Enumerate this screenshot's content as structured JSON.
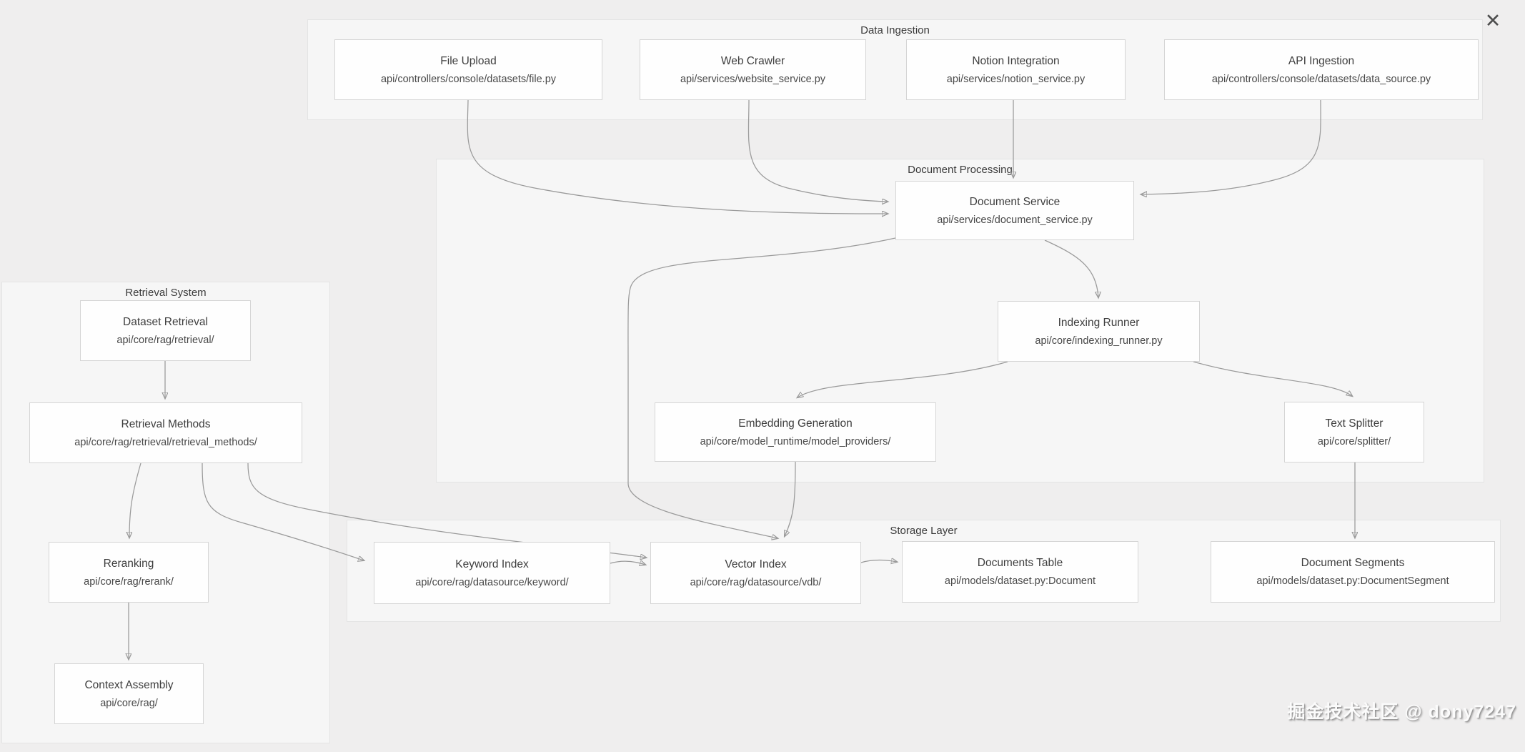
{
  "ui": {
    "close_glyph": "✕"
  },
  "watermark": {
    "text": "掘金技术社区 @ dony7247"
  },
  "groups": [
    {
      "id": "data-ingestion",
      "label": "Data Ingestion"
    },
    {
      "id": "document-processing",
      "label": "Document Processing"
    },
    {
      "id": "retrieval-system",
      "label": "Retrieval System"
    },
    {
      "id": "storage-layer",
      "label": "Storage Layer"
    }
  ],
  "nodes": [
    {
      "id": "file-upload",
      "group": "data-ingestion",
      "title": "File Upload",
      "path": "api/controllers/console/datasets/file.py"
    },
    {
      "id": "web-crawler",
      "group": "data-ingestion",
      "title": "Web Crawler",
      "path": "api/services/website_service.py"
    },
    {
      "id": "notion-integration",
      "group": "data-ingestion",
      "title": "Notion Integration",
      "path": "api/services/notion_service.py"
    },
    {
      "id": "api-ingestion",
      "group": "data-ingestion",
      "title": "API Ingestion",
      "path": "api/controllers/console/datasets/data_source.py"
    },
    {
      "id": "document-service",
      "group": "document-processing",
      "title": "Document Service",
      "path": "api/services/document_service.py"
    },
    {
      "id": "indexing-runner",
      "group": "document-processing",
      "title": "Indexing Runner",
      "path": "api/core/indexing_runner.py"
    },
    {
      "id": "embedding-generation",
      "group": "document-processing",
      "title": "Embedding Generation",
      "path": "api/core/model_runtime/model_providers/"
    },
    {
      "id": "text-splitter",
      "group": "document-processing",
      "title": "Text Splitter",
      "path": "api/core/splitter/"
    },
    {
      "id": "dataset-retrieval",
      "group": "retrieval-system",
      "title": "Dataset Retrieval",
      "path": "api/core/rag/retrieval/"
    },
    {
      "id": "retrieval-methods",
      "group": "retrieval-system",
      "title": "Retrieval Methods",
      "path": "api/core/rag/retrieval/retrieval_methods/"
    },
    {
      "id": "reranking",
      "group": "retrieval-system",
      "title": "Reranking",
      "path": "api/core/rag/rerank/"
    },
    {
      "id": "context-assembly",
      "group": "retrieval-system",
      "title": "Context Assembly",
      "path": "api/core/rag/"
    },
    {
      "id": "keyword-index",
      "group": "storage-layer",
      "title": "Keyword Index",
      "path": "api/core/rag/datasource/keyword/"
    },
    {
      "id": "vector-index",
      "group": "storage-layer",
      "title": "Vector Index",
      "path": "api/core/rag/datasource/vdb/"
    },
    {
      "id": "documents-table",
      "group": "storage-layer",
      "title": "Documents Table",
      "path": "api/models/dataset.py:Document"
    },
    {
      "id": "document-segments",
      "group": "storage-layer",
      "title": "Document Segments",
      "path": "api/models/dataset.py:DocumentSegment"
    }
  ],
  "edges": [
    {
      "from": "file-upload",
      "to": "document-service"
    },
    {
      "from": "web-crawler",
      "to": "document-service"
    },
    {
      "from": "notion-integration",
      "to": "document-service"
    },
    {
      "from": "api-ingestion",
      "to": "document-service"
    },
    {
      "from": "document-service",
      "to": "indexing-runner"
    },
    {
      "from": "indexing-runner",
      "to": "embedding-generation"
    },
    {
      "from": "indexing-runner",
      "to": "text-splitter"
    },
    {
      "from": "embedding-generation",
      "to": "vector-index"
    },
    {
      "from": "document-service",
      "to": "vector-index"
    },
    {
      "from": "text-splitter",
      "to": "document-segments"
    },
    {
      "from": "dataset-retrieval",
      "to": "retrieval-methods"
    },
    {
      "from": "retrieval-methods",
      "to": "reranking"
    },
    {
      "from": "retrieval-methods",
      "to": "keyword-index"
    },
    {
      "from": "retrieval-methods",
      "to": "vector-index"
    },
    {
      "from": "keyword-index",
      "to": "vector-index"
    },
    {
      "from": "vector-index",
      "to": "documents-table"
    },
    {
      "from": "reranking",
      "to": "context-assembly"
    }
  ],
  "colors": {
    "page_bg": "#efeeee",
    "panel_bg": "#f6f6f6",
    "panel_border": "#e4e4e4",
    "node_bg": "#fefefe",
    "node_border": "#d5d5d5",
    "edge": "#9a9a9a",
    "text": "#3d3d3d"
  }
}
